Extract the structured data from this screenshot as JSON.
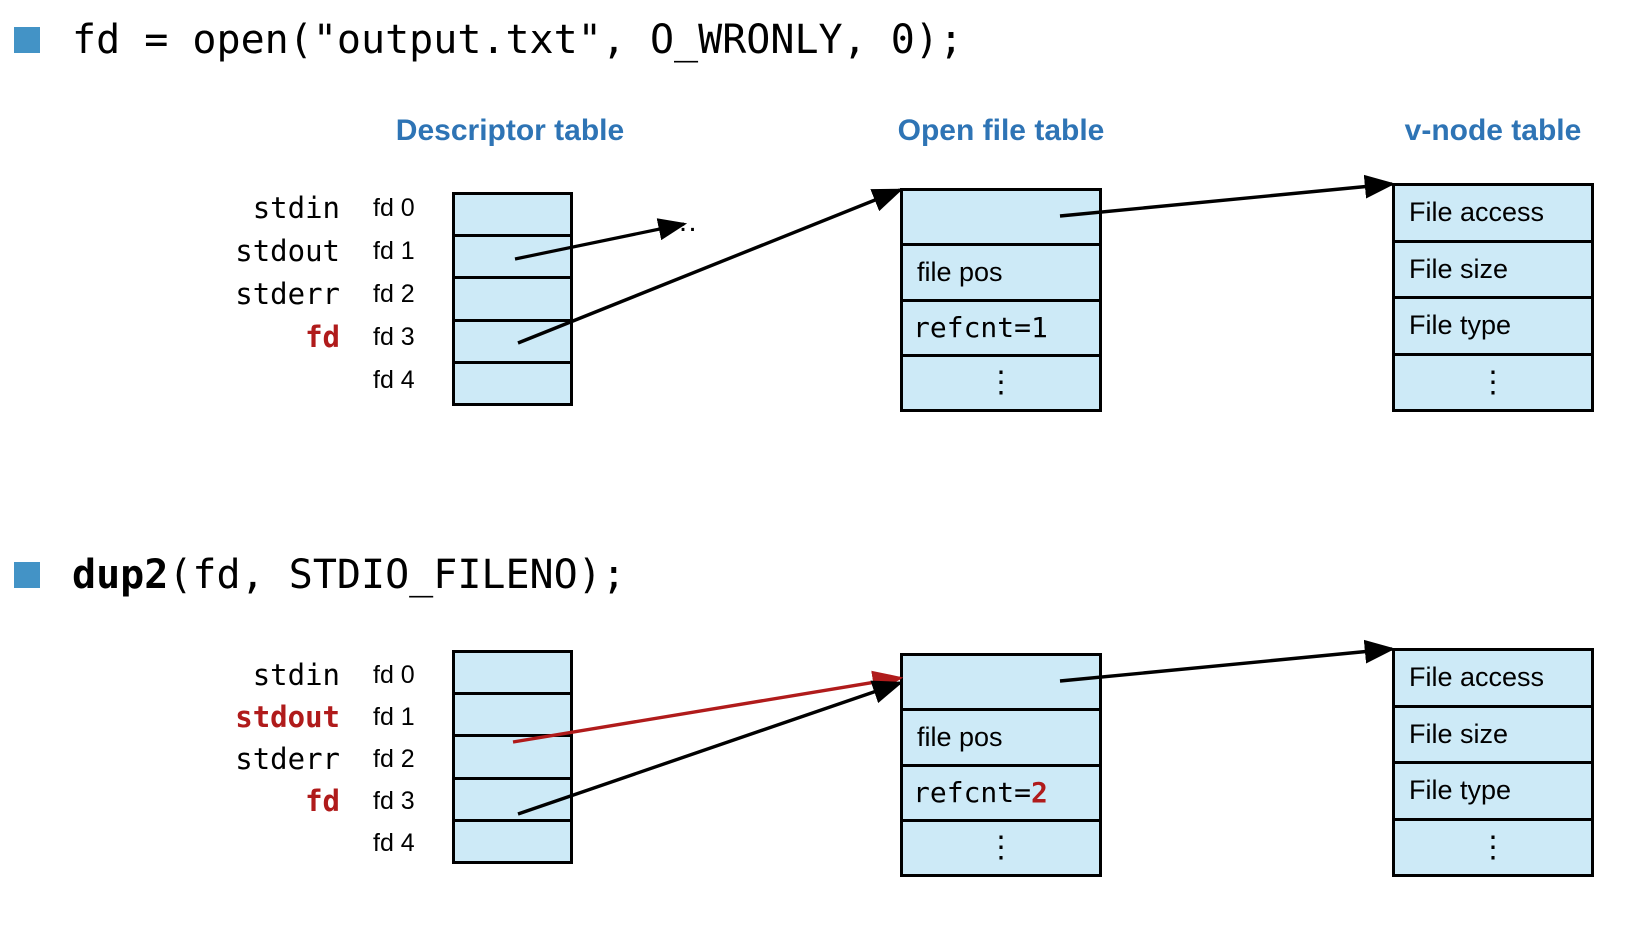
{
  "slide": {
    "bullets": [
      {
        "id": "open-call",
        "code_prefix": "",
        "code": "fd = open(\"output.txt\", O_WRONLY, 0);"
      },
      {
        "id": "dup2-call",
        "code_prefix": "dup2",
        "code": "(fd, STDIO_FILENO);"
      }
    ],
    "headers": {
      "descriptor": "Descriptor table",
      "openfile": "Open file table",
      "vnode": "v-node table"
    },
    "colors": {
      "header_blue": "#2E74B5",
      "bullet_blue": "#4393C6",
      "cell_fill": "#CDEAF7",
      "highlight_red": "#B01B1B",
      "border": "#000000"
    },
    "ellipsis": "…",
    "vertical_ellipsis": "⋮"
  },
  "diagram1": {
    "descriptor_table": {
      "rows": [
        {
          "name": "stdin",
          "num": "fd 0",
          "highlight": false
        },
        {
          "name": "stdout",
          "num": "fd 1",
          "highlight": false
        },
        {
          "name": "stderr",
          "num": "fd 2",
          "highlight": false
        },
        {
          "name": "fd",
          "num": "fd 3",
          "highlight": true
        },
        {
          "name": "",
          "num": "fd 4",
          "highlight": false
        }
      ]
    },
    "open_file_table": {
      "rows": [
        {
          "text": "",
          "kind": "blank"
        },
        {
          "text": "file pos",
          "kind": "sans"
        },
        {
          "text": "refcnt=1",
          "kind": "mono",
          "refcnt_label": "refcnt=",
          "refcnt_value": "1",
          "value_red": false
        },
        {
          "text": "⋮",
          "kind": "center"
        }
      ]
    },
    "vnode_table": {
      "rows": [
        {
          "text": "File access",
          "kind": "sans"
        },
        {
          "text": "File size",
          "kind": "sans"
        },
        {
          "text": "File type",
          "kind": "sans"
        },
        {
          "text": "⋮",
          "kind": "center"
        }
      ]
    }
  },
  "diagram2": {
    "descriptor_table": {
      "rows": [
        {
          "name": "stdin",
          "num": "fd 0",
          "highlight": false
        },
        {
          "name": "stdout",
          "num": "fd 1",
          "highlight": true
        },
        {
          "name": "stderr",
          "num": "fd 2",
          "highlight": false
        },
        {
          "name": "fd",
          "num": "fd 3",
          "highlight": true
        },
        {
          "name": "",
          "num": "fd 4",
          "highlight": false
        }
      ]
    },
    "open_file_table": {
      "rows": [
        {
          "text": "",
          "kind": "blank"
        },
        {
          "text": "file pos",
          "kind": "sans"
        },
        {
          "text": "refcnt=2",
          "kind": "mono",
          "refcnt_label": "refcnt=",
          "refcnt_value": "2",
          "value_red": true
        },
        {
          "text": "⋮",
          "kind": "center"
        }
      ]
    },
    "vnode_table": {
      "rows": [
        {
          "text": "File access",
          "kind": "sans"
        },
        {
          "text": "File size",
          "kind": "sans"
        },
        {
          "text": "File type",
          "kind": "sans"
        },
        {
          "text": "⋮",
          "kind": "center"
        }
      ]
    }
  }
}
